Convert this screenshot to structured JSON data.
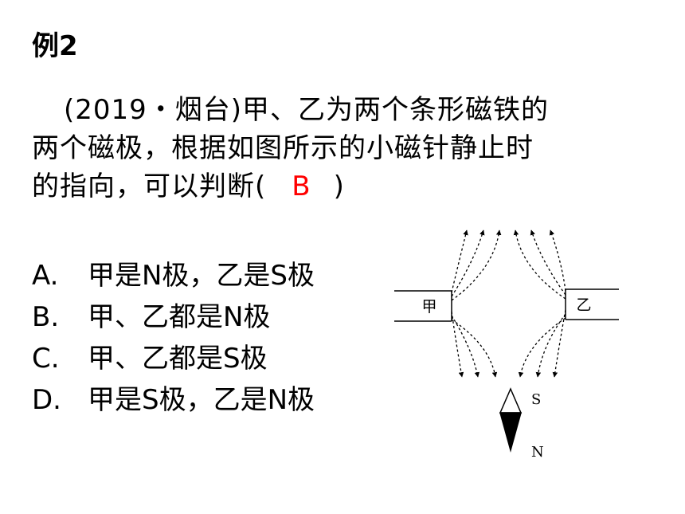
{
  "example": {
    "title": "例2"
  },
  "question": {
    "lines": [
      "(2019・烟台)甲、乙为两个条形磁铁的",
      "两个磁极，根据如图所示的小磁针静止时",
      "的指向，可以判断("
    ],
    "close_paren": ")",
    "answer": "B",
    "answer_color": "#ff0000"
  },
  "options": [
    {
      "letter": "A.",
      "text": "甲是N极，乙是S极"
    },
    {
      "letter": "B.",
      "text": "甲、乙都是N极"
    },
    {
      "letter": "C.",
      "text": "甲、乙都是S极"
    },
    {
      "letter": "D.",
      "text": "甲是S极，乙是N极"
    }
  ],
  "figure": {
    "left_magnet_label": "甲",
    "right_magnet_label": "乙",
    "needle_top_label": "S",
    "needle_bottom_label": "N"
  }
}
